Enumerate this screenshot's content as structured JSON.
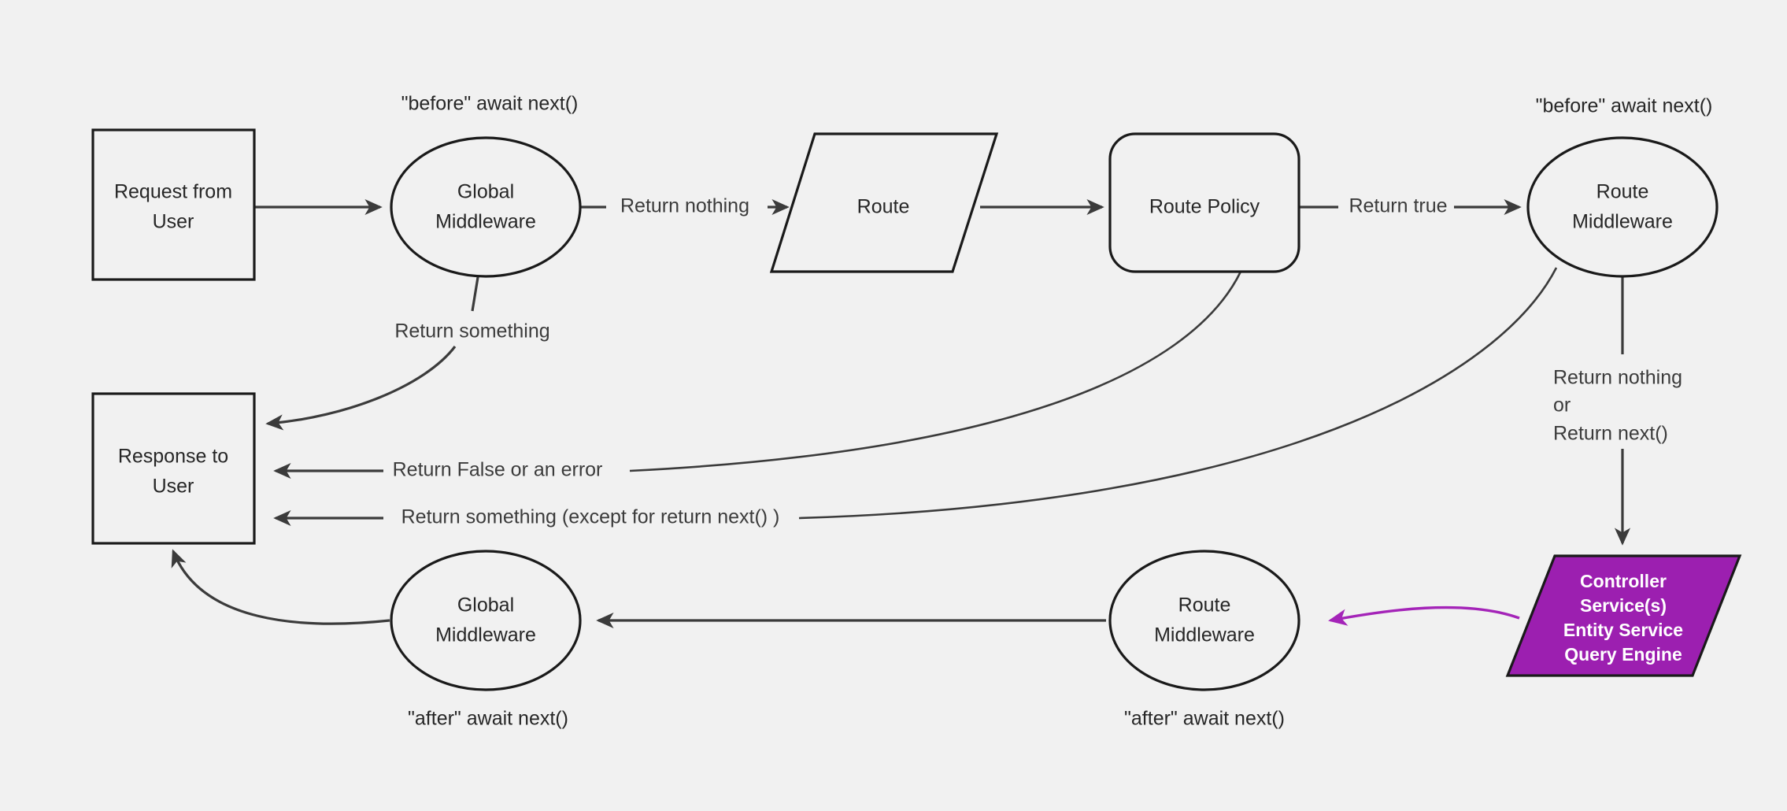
{
  "diagram": {
    "background_color": "#f1f1f1",
    "stroke_color": "#1a1a1a",
    "edge_color": "#3b3b3b",
    "accent_color": "#9c1fb0",
    "purple_edge_color": "#a424b8",
    "nodes": {
      "request": {
        "label_line1": "Request from",
        "label_line2": "User",
        "shape": "rectangle"
      },
      "global_mw_top": {
        "label_line1": "Global",
        "label_line2": "Middleware",
        "shape": "ellipse"
      },
      "route": {
        "label": "Route",
        "shape": "parallelogram"
      },
      "route_policy": {
        "label": "Route Policy",
        "shape": "rounded-rectangle"
      },
      "route_mw_top": {
        "label_line1": "Route",
        "label_line2": "Middleware",
        "shape": "ellipse"
      },
      "controller": {
        "label_line1": "Controller",
        "label_line2": "Service(s)",
        "label_line3": "Entity Service",
        "label_line4": "Query Engine",
        "shape": "parallelogram",
        "fill": "#9c1fb0",
        "text_color": "#ffffff"
      },
      "response": {
        "label_line1": "Response to",
        "label_line2": "User",
        "shape": "rectangle"
      },
      "global_mw_bottom": {
        "label_line1": "Global",
        "label_line2": "Middleware",
        "shape": "ellipse"
      },
      "route_mw_bottom": {
        "label_line1": "Route",
        "label_line2": "Middleware",
        "shape": "ellipse"
      }
    },
    "annotations": {
      "before_await_next_global": "\"before\" await next()",
      "before_await_next_route": "\"before\" await next()",
      "after_await_next_global": "\"after\" await next()",
      "after_await_next_route": "\"after\" await next()"
    },
    "edge_labels": {
      "return_nothing": "Return nothing",
      "return_true": "Return true",
      "return_something": "Return something",
      "return_false_or_error": "Return False or an error",
      "return_something_except": "Return something (except for return next() )",
      "return_nothing_or_next_line1": "Return nothing",
      "return_nothing_or_next_line2": "or",
      "return_nothing_or_next_line3": "Return next()"
    }
  }
}
